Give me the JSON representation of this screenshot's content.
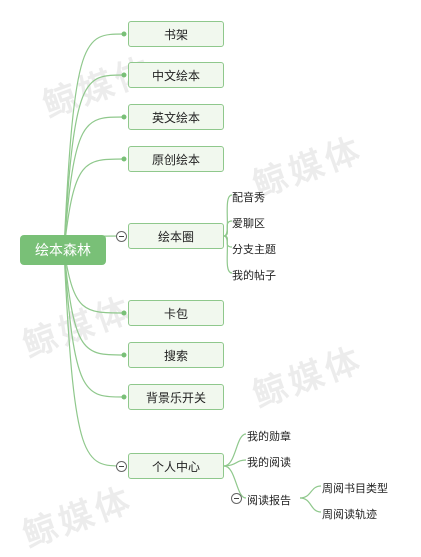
{
  "watermark": "鲸媒体",
  "root": {
    "label": "绘本森林"
  },
  "nodes": [
    {
      "label": "书架"
    },
    {
      "label": "中文绘本"
    },
    {
      "label": "英文绘本"
    },
    {
      "label": "原创绘本"
    },
    {
      "label": "绘本圈",
      "children": [
        "配音秀",
        "爱聊区",
        "分支主题",
        "我的帖子"
      ]
    },
    {
      "label": "卡包"
    },
    {
      "label": "搜索"
    },
    {
      "label": "背景乐开关"
    },
    {
      "label": "个人中心",
      "children": [
        "我的勋章",
        "我的阅读",
        "阅读报告"
      ],
      "report_children": [
        "周阅书目类型",
        "周阅读轨迹"
      ]
    }
  ],
  "colors": {
    "line": "#8fc88c",
    "root": "#79c077",
    "node_fill": "#f1f8ee"
  }
}
